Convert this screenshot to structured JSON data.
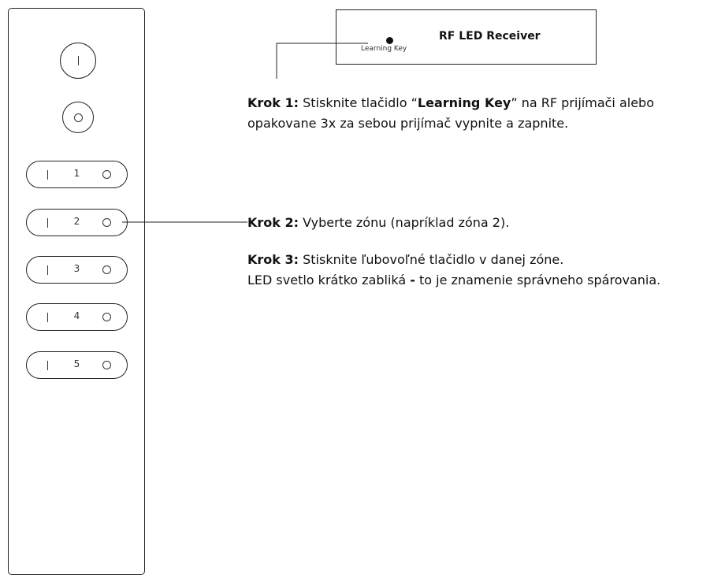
{
  "remote": {
    "on_icon": "power-on-bar-icon",
    "off_icon": "power-off-ring-icon",
    "zones": [
      {
        "number": "1"
      },
      {
        "number": "2"
      },
      {
        "number": "3"
      },
      {
        "number": "4"
      },
      {
        "number": "5"
      }
    ]
  },
  "receiver": {
    "title": "RF LED Receiver",
    "learning_key_label": "Learning Key"
  },
  "steps": {
    "step1": {
      "label": "Krok 1:",
      "text_a": " Stisknite tlačidlo “",
      "key": "Learning Key",
      "text_b": "” na RF prijímači alebo",
      "line2": "opakovane 3x za sebou prijímač vypnite a zapnite."
    },
    "step2": {
      "label": "Krok 2:",
      "text": " Vyberte zónu (napríklad zóna 2)."
    },
    "step3": {
      "label": "Krok 3:",
      "text": " Stisknite ľubovoľné tlačidlo v danej zóne.",
      "line2_a": "LED svetlo krátko zabliká ",
      "dash": "-",
      "line2_b": " to je znamenie správneho spárovania."
    }
  }
}
